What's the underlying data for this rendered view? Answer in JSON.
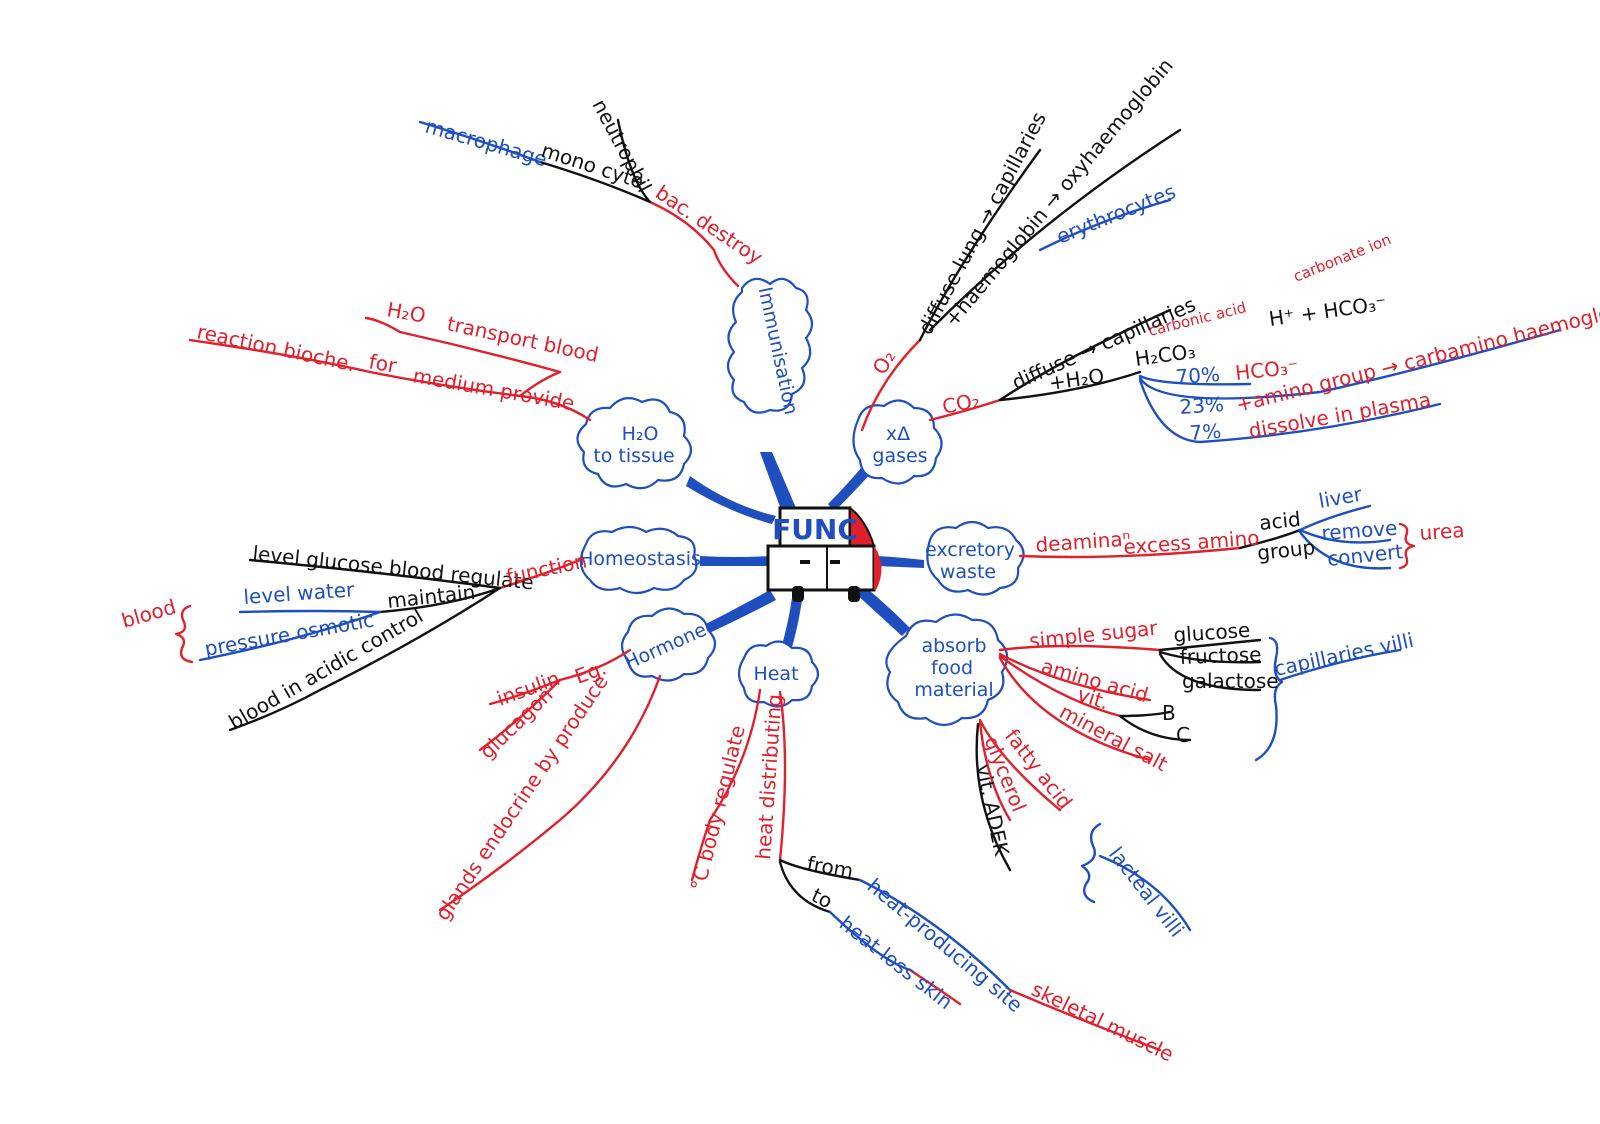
{
  "colors": {
    "red": "#e0202c",
    "blue": "#1f4fbf",
    "black": "#111111",
    "paper": "#ffffff"
  },
  "center": {
    "label": "FUNC"
  },
  "topics": {
    "immunisation": "Immunisation",
    "water_tissue_1": "H₂O",
    "water_tissue_2": "to tissue",
    "gases_1": "xΔ",
    "gases_2": "gases",
    "homeostasis": "Homeostasis",
    "excretory_1": "excretory",
    "excretory_2": "waste",
    "hormone": "Hormone",
    "heat": "Heat",
    "absorb_1": "absorb",
    "absorb_2": "food",
    "absorb_3": "material"
  },
  "words": {
    "macrophage": "macrophage",
    "monocyte": "mono cyte",
    "neutrophil": "neutrophil",
    "bac_destroy": "bac. destroy",
    "h2o": "H₂O",
    "transport_blood": "transport blood",
    "reaction_bioche": "reaction bioche.",
    "for": "for",
    "medium_provide": "medium provide",
    "o2": "O₂",
    "diffuse_lung": "diffuse lung → capillaries",
    "haemoglobin": "+haemoglobin → oxyhaemoglobin",
    "erythrocytes": "erythrocytes",
    "co2": "CO₂",
    "diffuse_capillaries": "diffuse → capillaries",
    "plus_h2o": "+H₂O",
    "h2co3": "H₂CO₃",
    "carbonic_acid": "carbonic acid",
    "h_hco3": "H⁺ + HCO₃⁻",
    "carbonate_ion": "carbonate ion",
    "pct70": "70%",
    "hco3": "HCO₃⁻",
    "pct23": "23%",
    "amino_group": "+amino group → carbamino haemoglobin",
    "pct7": "7%",
    "dissolve_plasma": "dissolve in plasma",
    "level_glucose": "level glucose blood regulate",
    "function": "function",
    "level_water": "level water",
    "maintain": "maintain",
    "pressure_osmotic": "pressure osmotic",
    "blood": "blood",
    "blood_acidic": "blood in acidic control",
    "deamination": "deaminaⁿ",
    "excess_amino": "excess amino",
    "acid": "acid",
    "group": "group",
    "liver": "liver",
    "remove": "remove",
    "convert": "convert",
    "urea": "urea",
    "insulin": "insulin",
    "eg": "Eg.",
    "glucagon": "glucagon",
    "glands_endocrine": "glands endocrine by produce",
    "body_regulate": "°C body regulate",
    "heat_distributing": "heat distributing",
    "from": "from",
    "heat_producing": "heat-producing site",
    "skeletal_muscle": "skeletal muscle",
    "to": "to",
    "heat_loss_skin": "heat loss skin",
    "simple_sugar": "simple sugar",
    "glucose": "glucose",
    "fructose": "fructose",
    "galactose": "galactose",
    "capillaries_villi": "capillaries villi",
    "amino_acid": "amino acid",
    "vit": "vit.",
    "vit_b": "B",
    "vit_c": "C",
    "mineral_salt": "mineral salt",
    "fatty_acid": "fatty acid",
    "glycerol": "glycerol",
    "vit_adek": "vit. ADEK",
    "lacteal_villi": "lacteal villi"
  }
}
